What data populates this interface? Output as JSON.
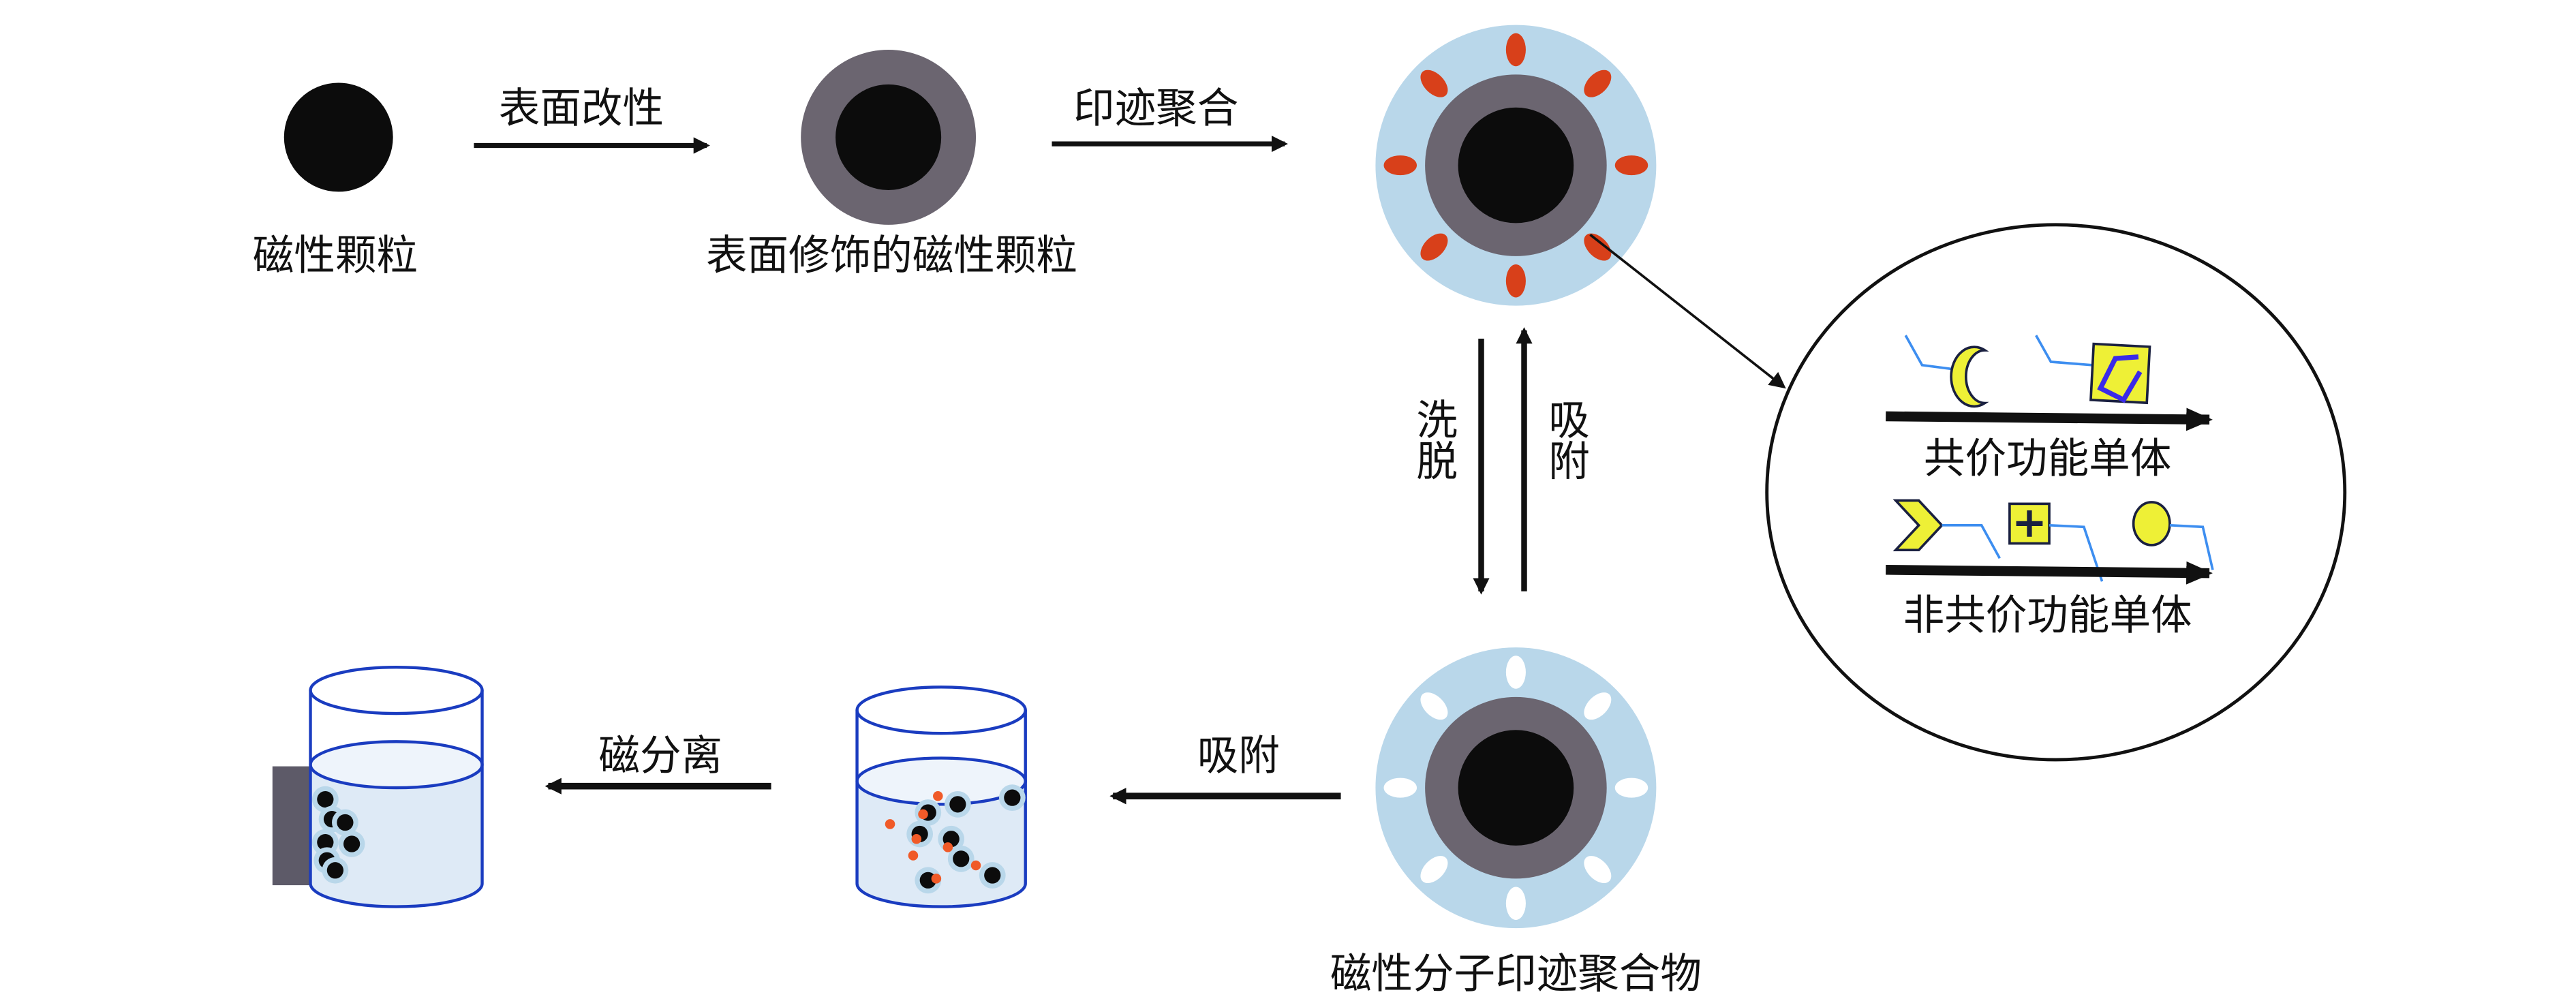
{
  "colors": {
    "particle_core": "#0c0c0c",
    "modified_shell": "#6b6570",
    "polymer_layer": "#b9d7ea",
    "template_molecule": "#d8401a",
    "monomer_fill": "#eef036",
    "linker": "#3d8ef0",
    "beaker_outline": "#1a3cc0",
    "liquid": "#deeaf6",
    "magnet": "#5d5a68"
  },
  "steps": {
    "surface_modification": "表面改性",
    "imprint_polymerization": "印迹聚合",
    "elution": "洗脱",
    "adsorption_up": "吸附",
    "adsorption": "吸附",
    "magnetic_separation": "磁分离"
  },
  "labels": {
    "magnetic_particle": "磁性颗粒",
    "modified_particle": "表面修饰的磁性颗粒",
    "mip": "磁性分子印迹聚合物"
  },
  "inset": {
    "covalent": "共价功能单体",
    "noncovalent": "非共价功能单体"
  }
}
